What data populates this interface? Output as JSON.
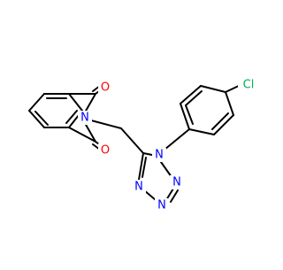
{
  "atoms": {
    "oxygen_top": "O",
    "oxygen_bottom": "O",
    "imide_nitrogen": "N",
    "tetrazole_n1": "N",
    "tetrazole_n2": "N",
    "tetrazole_n3": "N",
    "tetrazole_n4": "N",
    "chlorine": "Cl"
  },
  "colors": {
    "bond": "#000000",
    "oxygen": "#ff0000",
    "nitrogen": "#0000ff",
    "chlorine": "#00b050",
    "background": "#ffffff"
  }
}
